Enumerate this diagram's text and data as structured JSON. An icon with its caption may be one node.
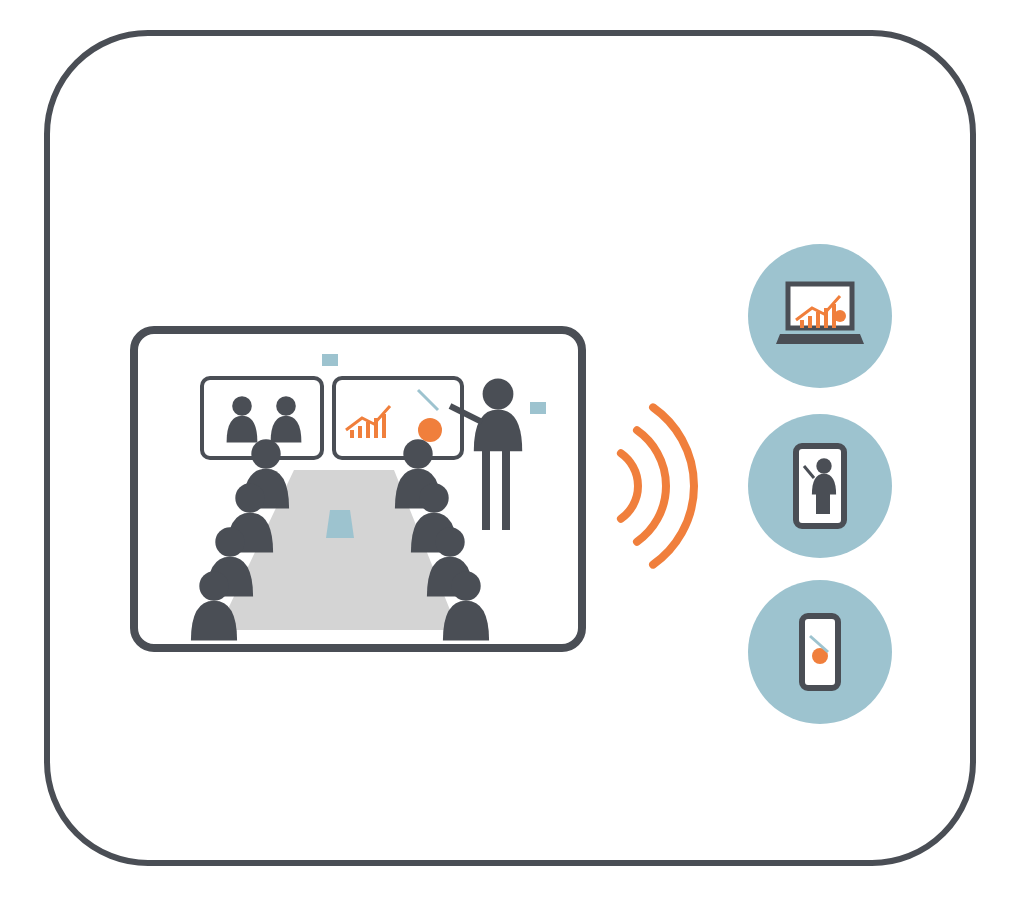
{
  "diagram": {
    "nodes": [
      {
        "text": [],
        "shape": "box"
      },
      {
        "text": [],
        "shape": "picture",
        "in": 0
      },
      {
        "text": [],
        "shape": "circle",
        "in": 0
      },
      {
        "text": [],
        "shape": "circle",
        "in": 0
      },
      {
        "text": [],
        "shape": "circle",
        "in": 0
      }
    ]
  }
}
